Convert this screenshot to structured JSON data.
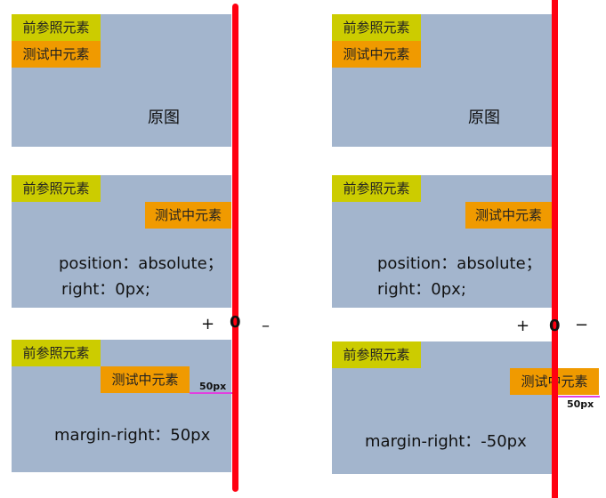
{
  "reference_label": "前参照元素",
  "test_label": "测试中元素",
  "left": {
    "original_caption": "原图",
    "absolute_caption_line1": "position：absolute；",
    "absolute_caption_line2": "right：0px;",
    "margin_caption": "margin-right：50px",
    "offset_label": "50px",
    "plus": "+",
    "zero": "0",
    "minus": "–"
  },
  "right": {
    "original_caption": "原图",
    "absolute_caption_line1": "position：absolute；",
    "absolute_caption_line2": "right：0px;",
    "margin_caption": "margin-right：-50px",
    "offset_label": "50px",
    "plus": "+",
    "zero": "0",
    "minus": "−"
  },
  "colors": {
    "panel": "#a3b5cd",
    "reference": "#cccc00",
    "test": "#f09a00",
    "edge_line": "#ff0010",
    "offset_line": "#e040e0"
  }
}
